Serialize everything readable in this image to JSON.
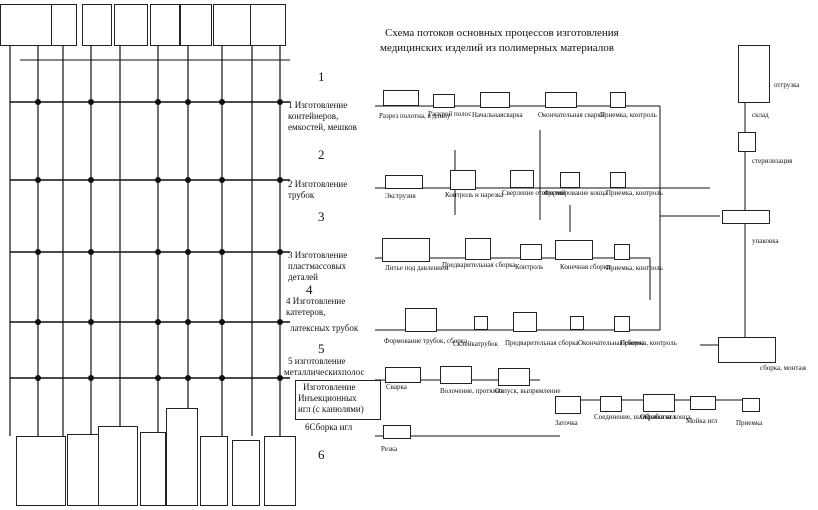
{
  "diagram": {
    "title_line1": "Схема потоков основных процессов изготовления",
    "title_line2": "медицинских изделий из полимерных материалов",
    "numbers": [
      "1",
      "2",
      "3",
      "4",
      "5",
      "6"
    ],
    "row_labels": {
      "r1": [
        "1 Изготовление",
        "контейнеров,",
        "емкостей, мешков"
      ],
      "r2": [
        "2 Изготовление",
        "трубок"
      ],
      "r3": [
        "3 Изготовление",
        "пластмассовых",
        "деталей"
      ],
      "r4": [
        "4 Изготовление",
        "катетеров,",
        "латексных трубок"
      ],
      "r5": [
        "5 изготовление",
        "металлическихполос"
      ],
      "r6_box": [
        "Изготовление",
        "Инъекционных",
        "игл (с канюлями)"
      ],
      "r6b": "6Сборка игл"
    },
    "ops": {
      "row1": [
        "Разрез полотна, в длину",
        "Раскрой полос",
        "Начальнаясварка",
        "Окончательная сварка",
        "Приемка, контроль"
      ],
      "row2": [
        "Экструзия",
        "Контроль и нарезка",
        "Сверление отверстий",
        "Формирование конца",
        "Приемка, контроль"
      ],
      "row3": [
        "Литье под давлением",
        "Предварительная сборка",
        "Контроль",
        "Конечная сборка",
        "Приемка, контроль"
      ],
      "row4": [
        "Формование трубок, сборка",
        "Склейкатрубок",
        "Предварительная сборка",
        "Окончательная сборка",
        "Приемка, контроль"
      ],
      "row5": [
        "Сварка",
        "Волочение, протяжка",
        "Отпуск, выпрямление",
        "Заточка",
        "Соединение, шлифовка игл",
        "Обработка конца",
        "Мойка игл",
        "Приемка"
      ],
      "row6": [
        "Резка"
      ]
    },
    "end": {
      "shipping": "отгрузка",
      "warehouse": "склад",
      "sterilization": "стерилизация",
      "packing": "упаковка",
      "assembly": "сборка, монтаж"
    }
  }
}
